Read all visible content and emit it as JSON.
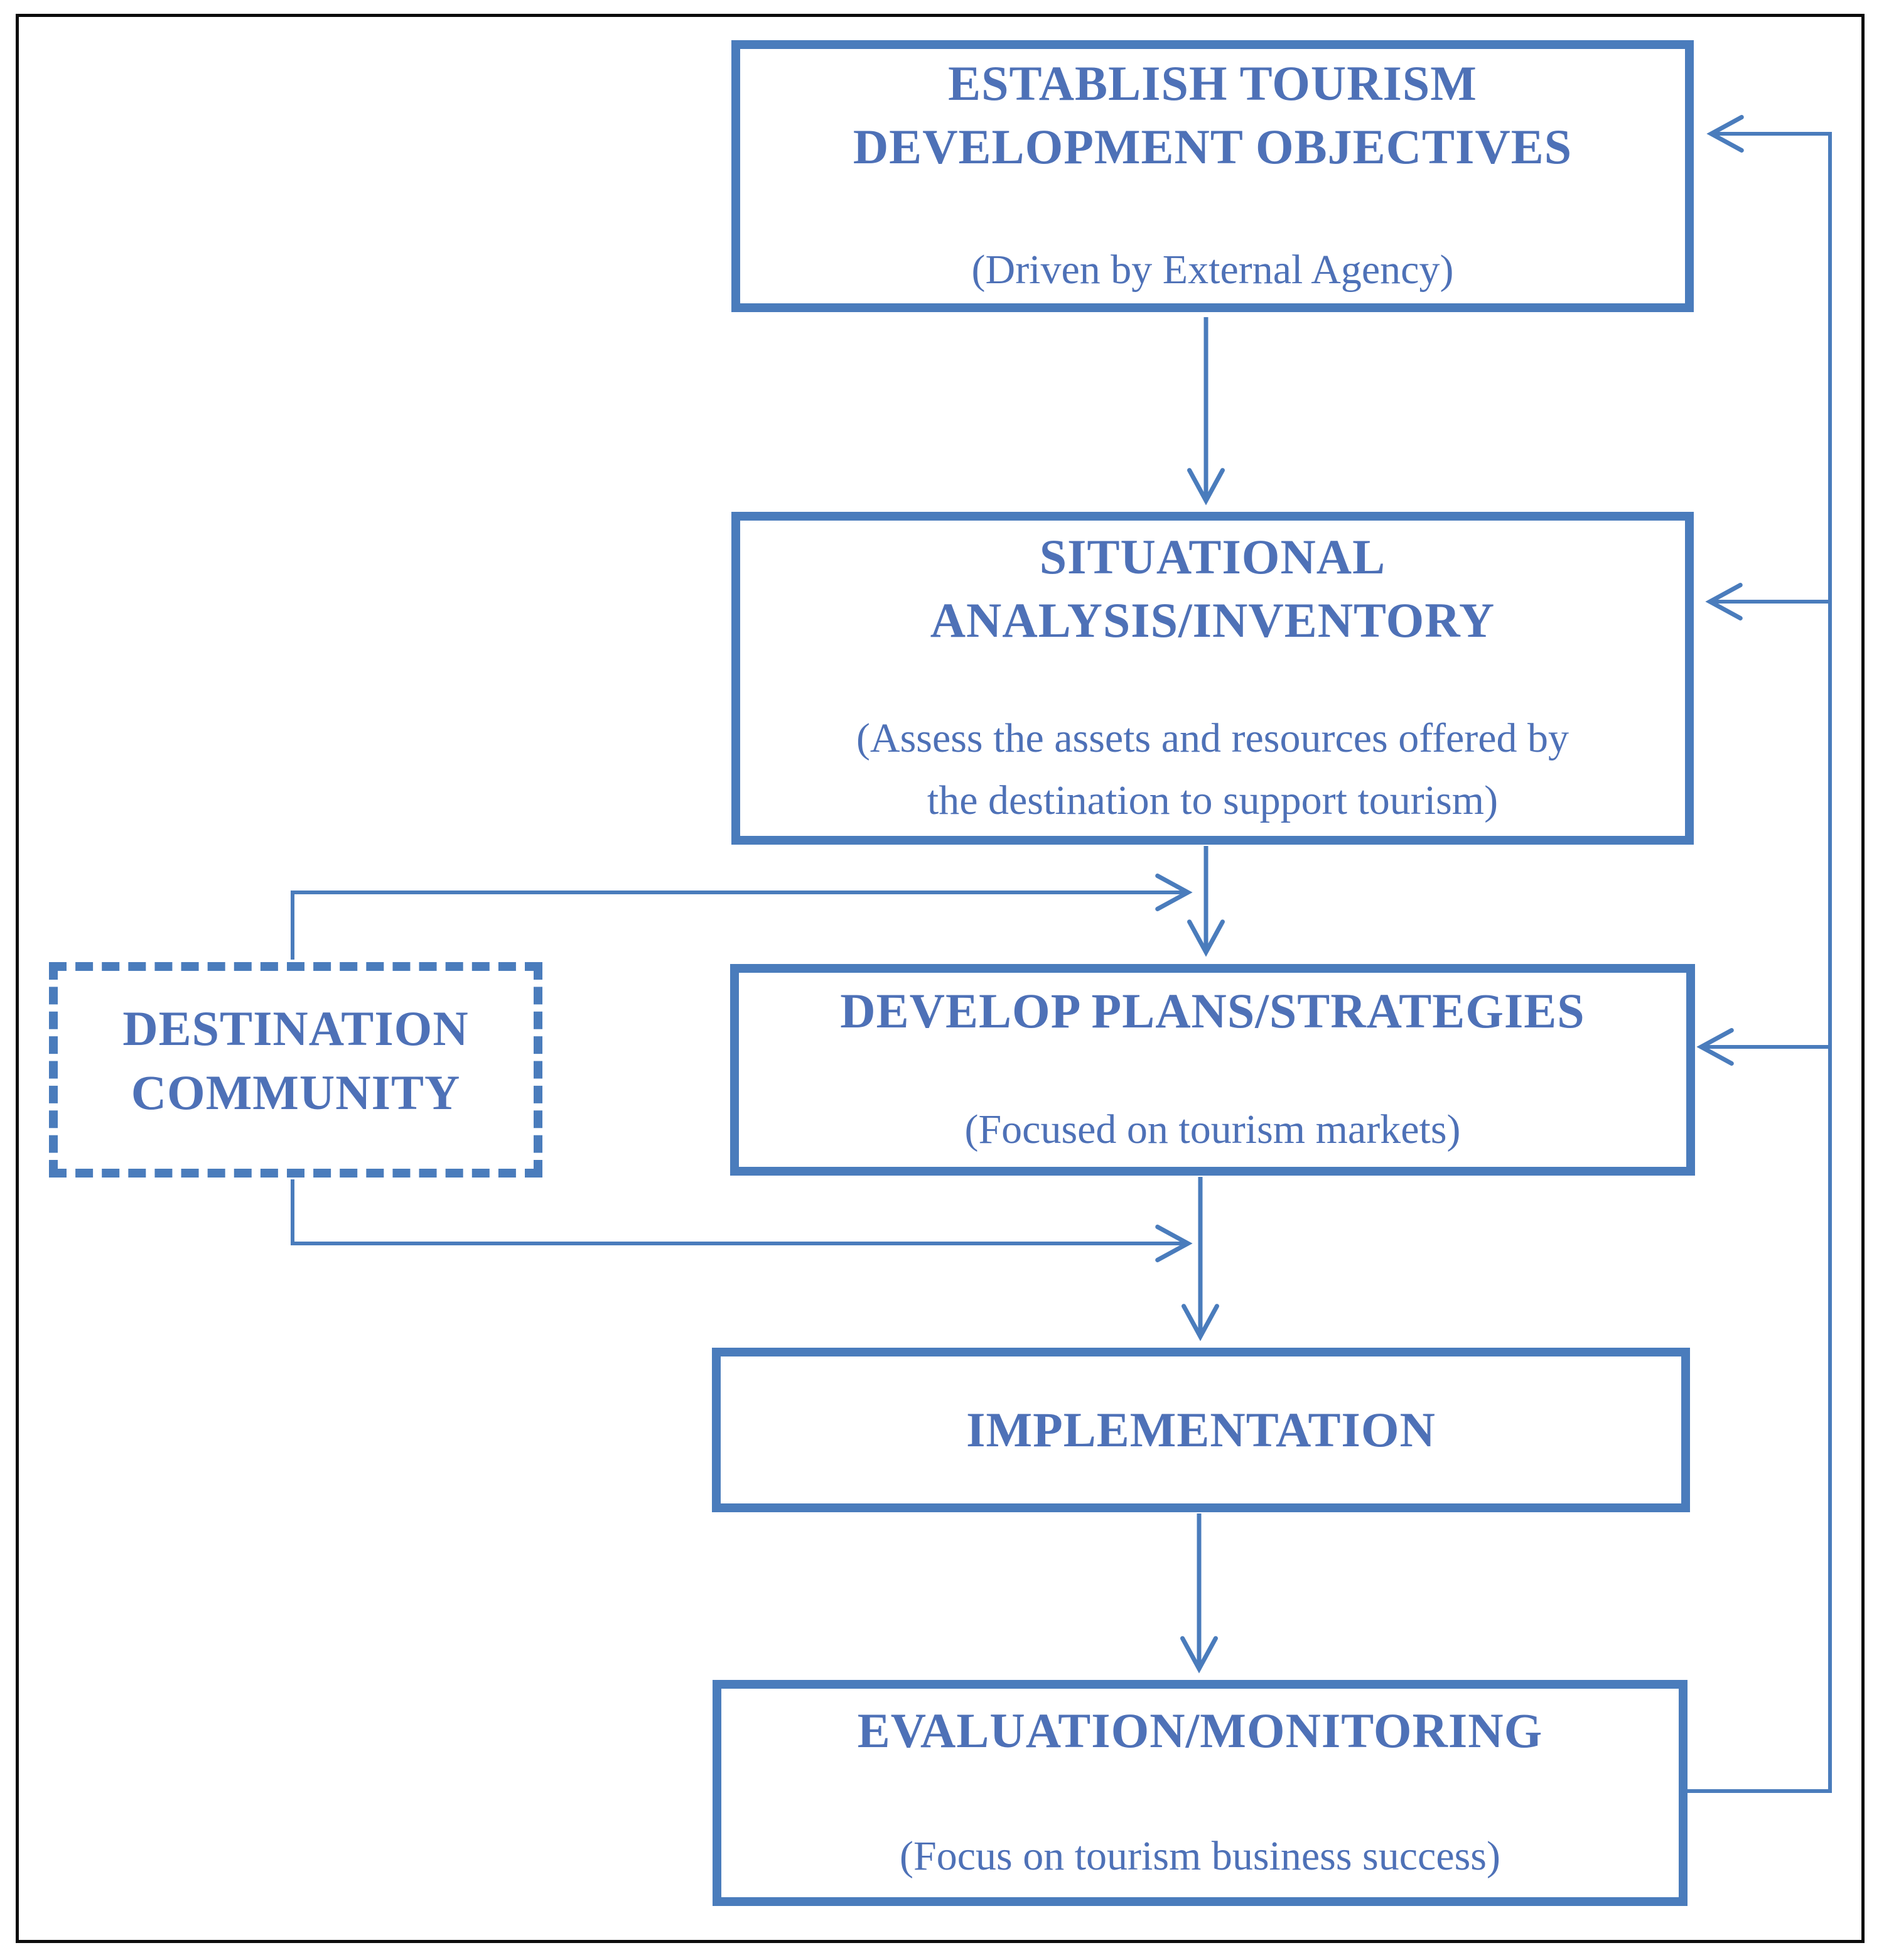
{
  "diagram": {
    "title_hint": "Tourism development planning flowchart",
    "colors": {
      "accent": "#4a7cbc",
      "text": "#4e71b7",
      "frame": "#0c0c0c",
      "background": "#ffffff"
    },
    "boxes": {
      "objectives": {
        "title": "ESTABLISH TOURISM\nDEVELOPMENT OBJECTIVES",
        "subtitle": "(Driven by External Agency)"
      },
      "situational": {
        "title": "SITUATIONAL\nANALYSIS/INVENTORY",
        "subtitle": "(Assess the assets and resources offered by\nthe destination to support tourism)"
      },
      "community": {
        "title": "DESTINATION\nCOMMUNITY"
      },
      "plans": {
        "title": "DEVELOP PLANS/STRATEGIES",
        "subtitle": "(Focused on tourism markets)"
      },
      "implementation": {
        "title": "IMPLEMENTATION"
      },
      "evaluation": {
        "title": "EVALUATION/MONITORING",
        "subtitle": "(Focus on tourism business success)"
      }
    },
    "connections": [
      {
        "from": "objectives",
        "to": "situational",
        "type": "arrow-down"
      },
      {
        "from": "situational",
        "to": "plans",
        "type": "arrow-down"
      },
      {
        "from": "plans",
        "to": "implementation",
        "type": "arrow-down"
      },
      {
        "from": "implementation",
        "to": "evaluation",
        "type": "arrow-down"
      },
      {
        "from": "community",
        "to": "situational-to-plans-flow",
        "type": "arrow-right"
      },
      {
        "from": "community",
        "to": "plans-to-implementation-flow",
        "type": "arrow-right"
      },
      {
        "from": "evaluation",
        "to": "objectives",
        "type": "feedback-arrow"
      },
      {
        "from": "evaluation",
        "to": "situational",
        "type": "feedback-arrow"
      },
      {
        "from": "evaluation",
        "to": "plans",
        "type": "feedback-arrow"
      }
    ]
  }
}
